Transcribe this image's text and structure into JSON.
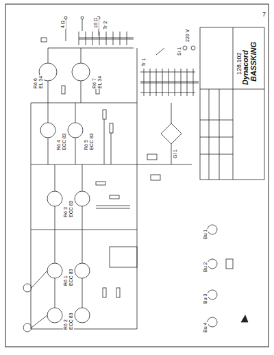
{
  "diagram": {
    "title": "BASSKING",
    "labels": [
      "Dynacord",
      "128.102",
      "7",
      "Rö 1",
      "ECC 83",
      "Rö 2",
      "ECC 83",
      "Rö 3",
      "ECC 83",
      "Rö 4",
      "ECC 83",
      "Rö 5",
      "ECC 83",
      "Rö 6",
      "EL 34",
      "Rö 7",
      "EL 34",
      "Bu 1",
      "Bu 2",
      "Bu 3",
      "Bu 4",
      "Si 1",
      "Gl 1",
      "Tr 1",
      "Tr 2",
      "4 Ω",
      "16 Ω",
      "220 V"
    ]
  }
}
